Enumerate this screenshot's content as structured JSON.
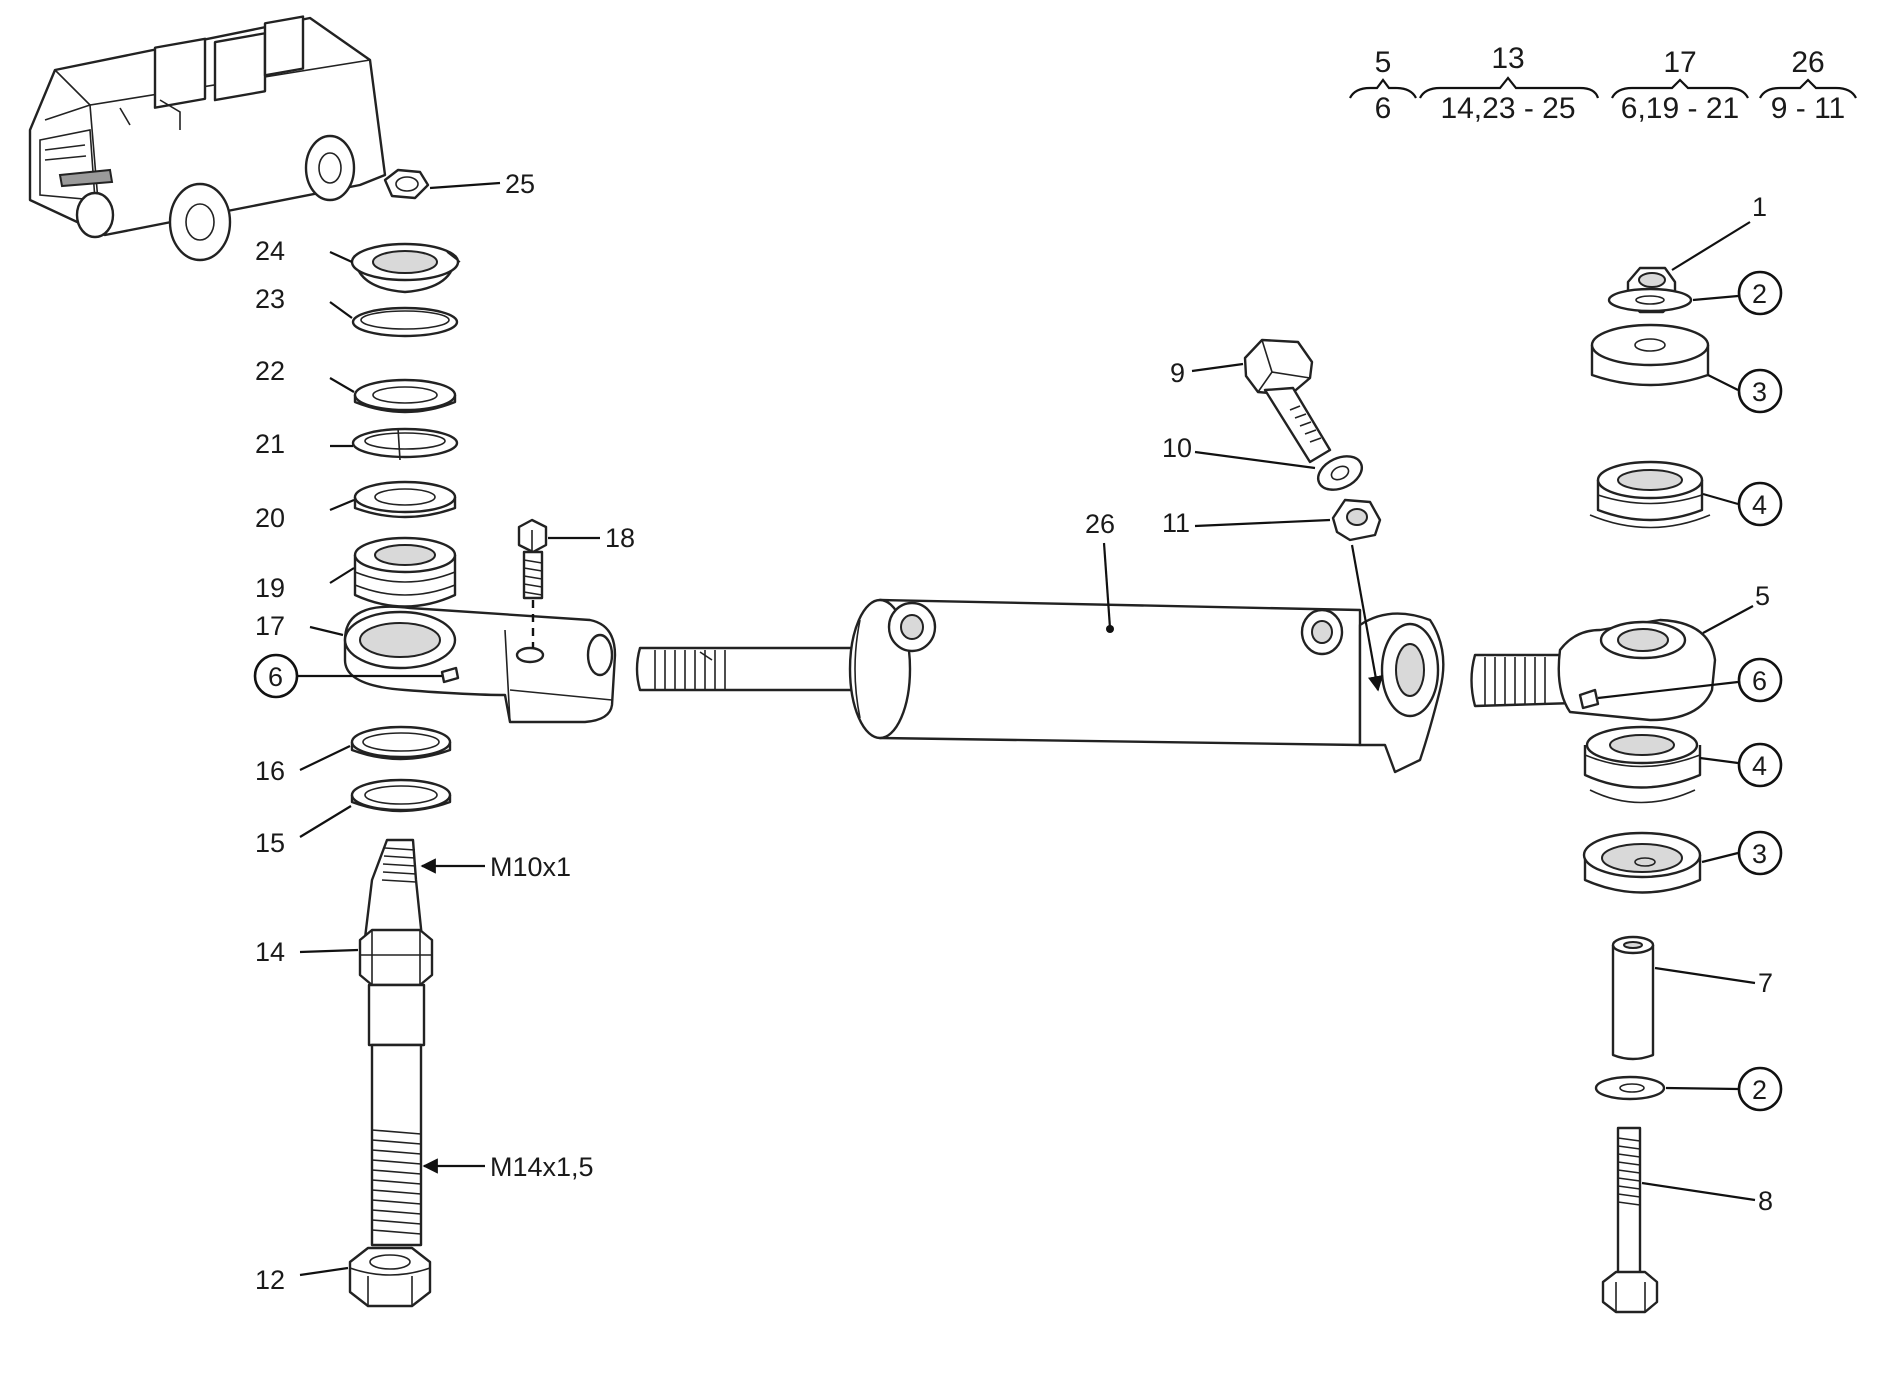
{
  "parts": {
    "p1": "1",
    "p2a": "2",
    "p2b": "2",
    "p3a": "3",
    "p3b": "3",
    "p4a": "4",
    "p4b": "4",
    "p5": "5",
    "p6a": "6",
    "p6b": "6",
    "p7": "7",
    "p8": "8",
    "p9": "9",
    "p10": "10",
    "p11": "11",
    "p12": "12",
    "p14": "14",
    "p15": "15",
    "p16": "16",
    "p17": "17",
    "p18": "18",
    "p19": "19",
    "p20": "20",
    "p21": "21",
    "p22": "22",
    "p23": "23",
    "p24": "24",
    "p25": "25",
    "p26": "26"
  },
  "threads": {
    "upper": "M10x1",
    "lower": "M14x1,5"
  },
  "groups": [
    {
      "top": "5",
      "bottom": "6"
    },
    {
      "top": "13",
      "bottom": "14,23 - 25"
    },
    {
      "top": "17",
      "bottom": "6,19 - 21"
    },
    {
      "top": "26",
      "bottom": "9 - 11"
    }
  ]
}
